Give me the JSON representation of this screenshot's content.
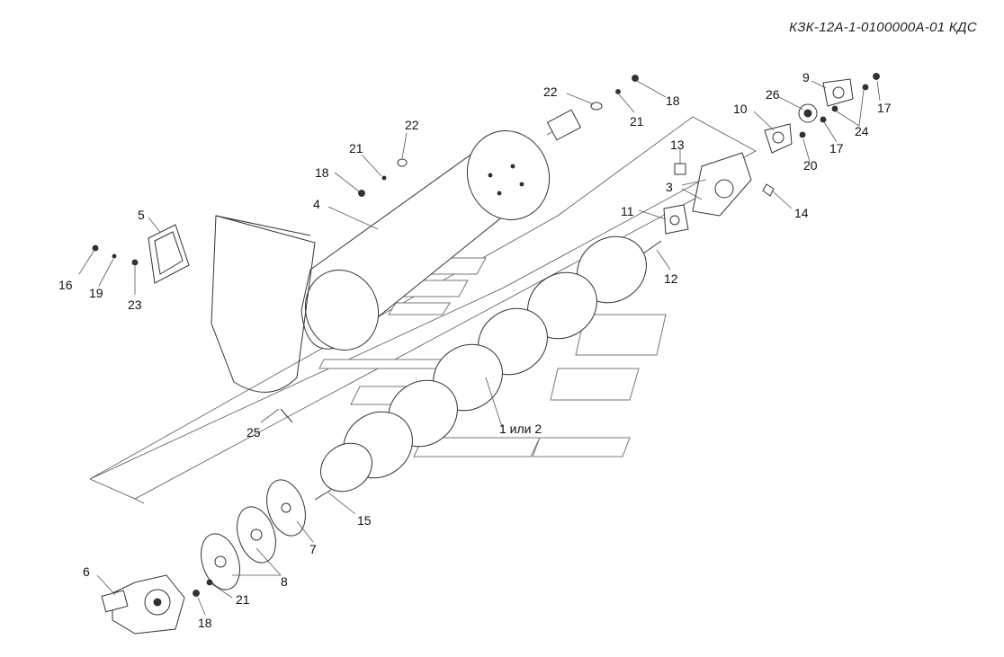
{
  "document": {
    "code": "КЗК-12А-1-0100000А-01 КДС"
  },
  "callouts": {
    "c1": "1 или 2",
    "c3": "3",
    "c4": "4",
    "c5": "5",
    "c6": "6",
    "c7": "7",
    "c8": "8",
    "c9": "9",
    "c10": "10",
    "c11": "11",
    "c12": "12",
    "c13": "13",
    "c14": "14",
    "c15": "15",
    "c16": "16",
    "c17a": "17",
    "c17b": "17",
    "c18a": "18",
    "c18b": "18",
    "c18c": "18",
    "c19": "19",
    "c20": "20",
    "c21a": "21",
    "c21b": "21",
    "c21c": "21",
    "c22a": "22",
    "c22b": "22",
    "c23": "23",
    "c24": "24",
    "c25": "25",
    "c26": "26"
  }
}
